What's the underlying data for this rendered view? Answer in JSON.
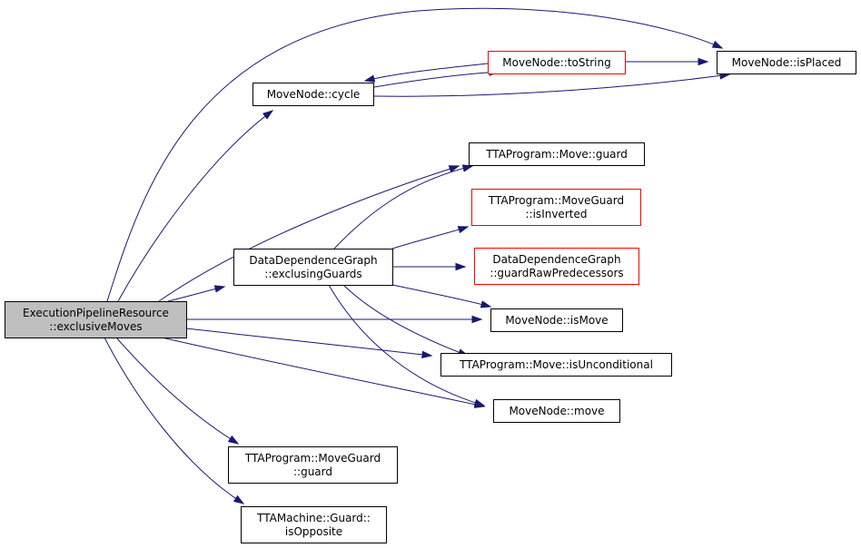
{
  "colors": {
    "edge": "#191970",
    "border_normal": "#000000",
    "border_truncated": "#ff0000",
    "root_fill": "#bfbfbf",
    "node_fill": "#ffffff"
  },
  "nodes": [
    {
      "id": "root",
      "lines": [
        "ExecutionPipelineResource",
        "::exclusiveMoves"
      ],
      "style": "root"
    },
    {
      "id": "cycle",
      "lines": [
        "MoveNode::cycle"
      ],
      "style": "normal"
    },
    {
      "id": "toString",
      "lines": [
        "MoveNode::toString"
      ],
      "style": "truncated"
    },
    {
      "id": "isPlaced",
      "lines": [
        "MoveNode::isPlaced"
      ],
      "style": "normal"
    },
    {
      "id": "moveGuard",
      "lines": [
        "TTAProgram::Move::guard"
      ],
      "style": "normal"
    },
    {
      "id": "isInverted",
      "lines": [
        "TTAProgram::MoveGuard",
        "::isInverted"
      ],
      "style": "truncated"
    },
    {
      "id": "exclusingGuards",
      "lines": [
        "DataDependenceGraph",
        "::exclusingGuards"
      ],
      "style": "normal"
    },
    {
      "id": "guardRaw",
      "lines": [
        "DataDependenceGraph",
        "::guardRawPredecessors"
      ],
      "style": "truncated"
    },
    {
      "id": "isMove",
      "lines": [
        "MoveNode::isMove"
      ],
      "style": "normal"
    },
    {
      "id": "isUnconditional",
      "lines": [
        "TTAProgram::Move::isUnconditional"
      ],
      "style": "normal"
    },
    {
      "id": "nodeMove",
      "lines": [
        "MoveNode::move"
      ],
      "style": "normal"
    },
    {
      "id": "mgGuard",
      "lines": [
        "TTAProgram::MoveGuard",
        "::guard"
      ],
      "style": "normal"
    },
    {
      "id": "isOpposite",
      "lines": [
        "TTAMachine::Guard::",
        "isOpposite"
      ],
      "style": "normal"
    }
  ],
  "edges": [
    {
      "from": "root",
      "to": "isPlaced"
    },
    {
      "from": "root",
      "to": "cycle"
    },
    {
      "from": "root",
      "to": "moveGuard"
    },
    {
      "from": "root",
      "to": "exclusingGuards"
    },
    {
      "from": "root",
      "to": "isMove"
    },
    {
      "from": "root",
      "to": "isUnconditional"
    },
    {
      "from": "root",
      "to": "nodeMove"
    },
    {
      "from": "root",
      "to": "mgGuard"
    },
    {
      "from": "root",
      "to": "isOpposite"
    },
    {
      "from": "cycle",
      "to": "toString"
    },
    {
      "from": "cycle",
      "to": "isPlaced"
    },
    {
      "from": "toString",
      "to": "cycle"
    },
    {
      "from": "toString",
      "to": "isPlaced"
    },
    {
      "from": "exclusingGuards",
      "to": "moveGuard"
    },
    {
      "from": "exclusingGuards",
      "to": "isInverted"
    },
    {
      "from": "exclusingGuards",
      "to": "guardRaw"
    },
    {
      "from": "exclusingGuards",
      "to": "isMove"
    },
    {
      "from": "exclusingGuards",
      "to": "isUnconditional"
    },
    {
      "from": "exclusingGuards",
      "to": "nodeMove"
    }
  ]
}
